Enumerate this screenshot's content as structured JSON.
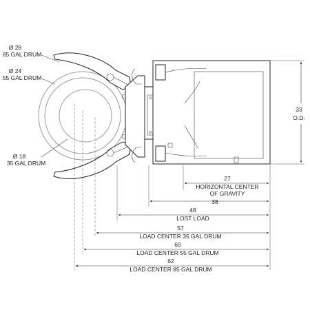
{
  "drum_labels": {
    "d85_size": "Ø 28",
    "d85_name": "85 GAL DRUM",
    "d55_size": "Ø 24",
    "d55_name": "55 GAL DRUM",
    "d35_size": "Ø 18",
    "d35_name": "35 GAL DRUM"
  },
  "outer_dim": {
    "value": "33",
    "label": "O.D."
  },
  "dimensions": [
    {
      "value": "27",
      "label1": "HORIZONTAL CENTER",
      "label2": "OF GRAVITY"
    },
    {
      "value": "38",
      "label1": "",
      "label2": ""
    },
    {
      "value": "48",
      "label1": "LOST LOAD",
      "label2": ""
    },
    {
      "value": "57",
      "label1": "LOAD CENTER 35 GAL DRUM",
      "label2": ""
    },
    {
      "value": "60",
      "label1": "LOAD CENTER 55 GAL DRUM",
      "label2": ""
    },
    {
      "value": "62",
      "label1": "LOAD CENTER 85 GAL DRUM",
      "label2": ""
    }
  ]
}
